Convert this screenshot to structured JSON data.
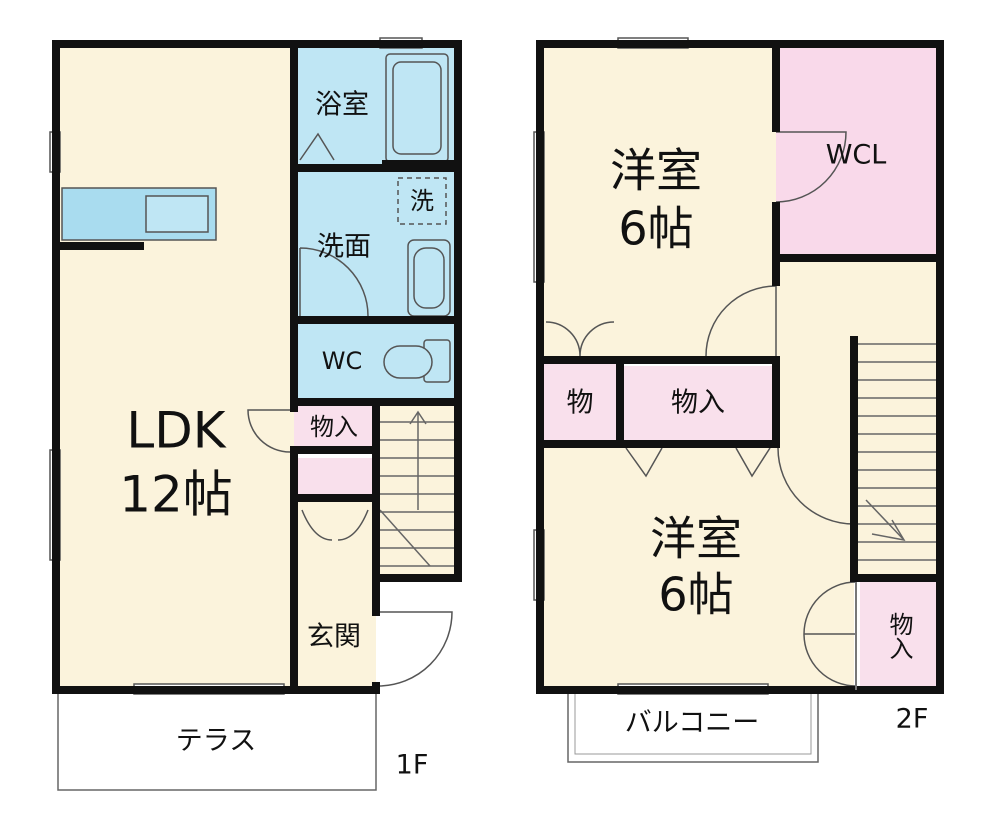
{
  "floor1": {
    "label": "1F",
    "rooms": {
      "ldk_name": "LDK",
      "ldk_size": "12帖",
      "bath": "浴室",
      "washer_mark": "洗",
      "washroom": "洗面",
      "wc": "WC",
      "storage": "物入",
      "entrance": "玄関",
      "terrace": "テラス"
    }
  },
  "floor2": {
    "label": "2F",
    "rooms": {
      "western_top_name": "洋室",
      "western_top_size": "6帖",
      "wcl": "WCL",
      "storage_small": "物",
      "storage_mid": "物入",
      "western_bottom_name": "洋室",
      "western_bottom_size": "6帖",
      "storage_right": "物入",
      "balcony": "バルコニー"
    }
  },
  "colors": {
    "wall": "#111111",
    "room_cream": "#fbf3dc",
    "wet_blue": "#bfe6f4",
    "storage_pink": "#f9e0ec",
    "wcl_pink": "#f9d9ea",
    "fixture_blue": "#a9dcef"
  }
}
